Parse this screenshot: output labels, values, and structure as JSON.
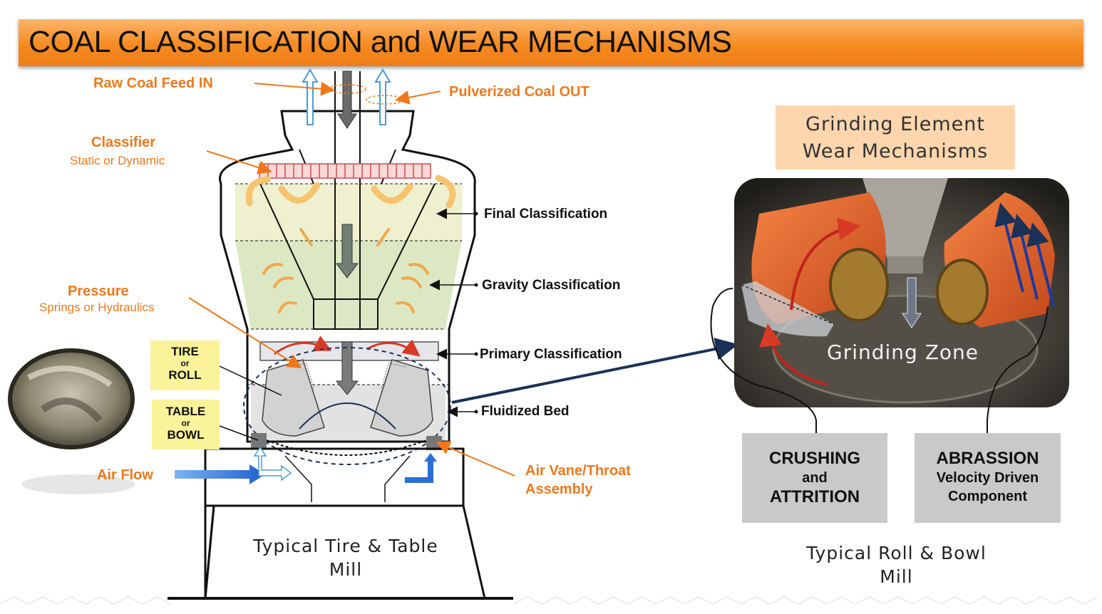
{
  "title": "COAL CLASSIFICATION and WEAR MECHANISMS",
  "labels": {
    "raw_coal": "Raw Coal Feed IN",
    "pulverized": "Pulverized Coal OUT",
    "classifier": "Classifier",
    "classifier_sub": "Static or Dynamic",
    "pressure": "Pressure",
    "pressure_sub": "Springs or Hydraulics",
    "final": "Final Classification",
    "gravity": "Gravity Classification",
    "primary": "Primary Classification",
    "fluidized": "Fluidized Bed",
    "air_flow": "Air Flow",
    "air_vane_1": "Air Vane/Throat",
    "air_vane_2": "Assembly",
    "tire_1": "TIRE",
    "tire_or": "or",
    "tire_2": "ROLL",
    "table_1": "TABLE",
    "table_or": "or",
    "table_2": "BOWL",
    "caption_left_1": "Typical Tire & Table",
    "caption_left_2": "Mill",
    "ge_1": "Grinding Element",
    "ge_2": "Wear Mechanisms",
    "grinding_zone": "Grinding Zone",
    "crush_1": "CRUSHING",
    "crush_2": "and",
    "crush_3": "ATTRITION",
    "abr_1": "ABRASSION",
    "abr_2": "Velocity Driven",
    "abr_3": "Component",
    "caption_right_1": "Typical Roll & Bowl",
    "caption_right_2": "Mill"
  },
  "colors": {
    "orange": "#f0781a",
    "title_bar": "#f68b22",
    "yellow_box": "#fbf39a",
    "gray_box": "#c9c9c9",
    "peach_box": "#fdd6ae",
    "final_zone": "#eef0cf",
    "gravity_zone": "#dbe8c3",
    "fluid_zone": "#e2e2e2",
    "air_blue": "#2a6fd4",
    "roller_orange": "#e8642a"
  }
}
